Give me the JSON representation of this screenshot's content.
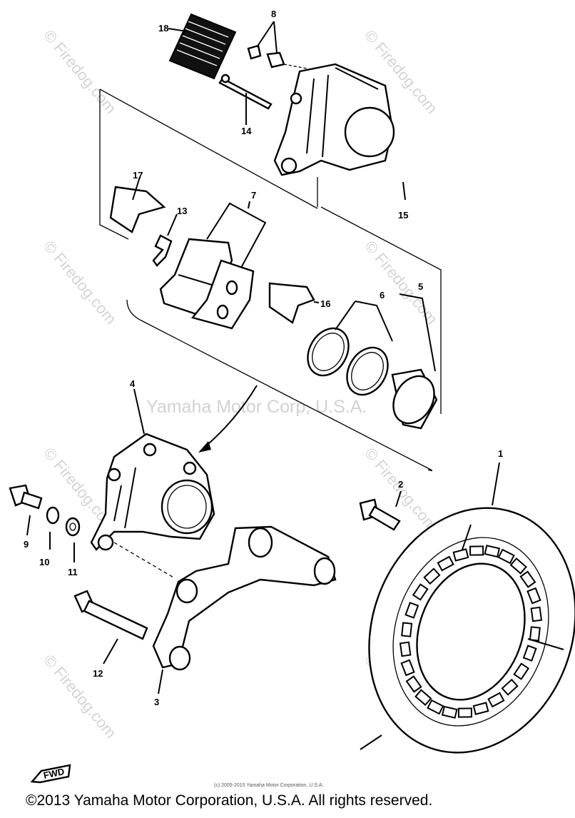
{
  "labels": {
    "part_1": "1",
    "part_2": "2",
    "part_3": "3",
    "part_4": "4",
    "part_5": "5",
    "part_6": "6",
    "part_7": "7",
    "part_8": "8",
    "part_9": "9",
    "part_10": "10",
    "part_11": "11",
    "part_12": "12",
    "part_13": "13",
    "part_14": "14",
    "part_15": "15",
    "part_16": "16",
    "part_17": "17",
    "part_18": "18"
  },
  "fwd_mark": "FWD",
  "watermark": "© Firedog.com",
  "watermark_center": "Yamaha Motor Corp, U.S.A.",
  "small_copyright": "(c) 2005-2015 Yamaha Motor Corporation, U.S.A.",
  "footer": "©2013 Yamaha Motor Corporation, U.S.A. All rights reserved."
}
